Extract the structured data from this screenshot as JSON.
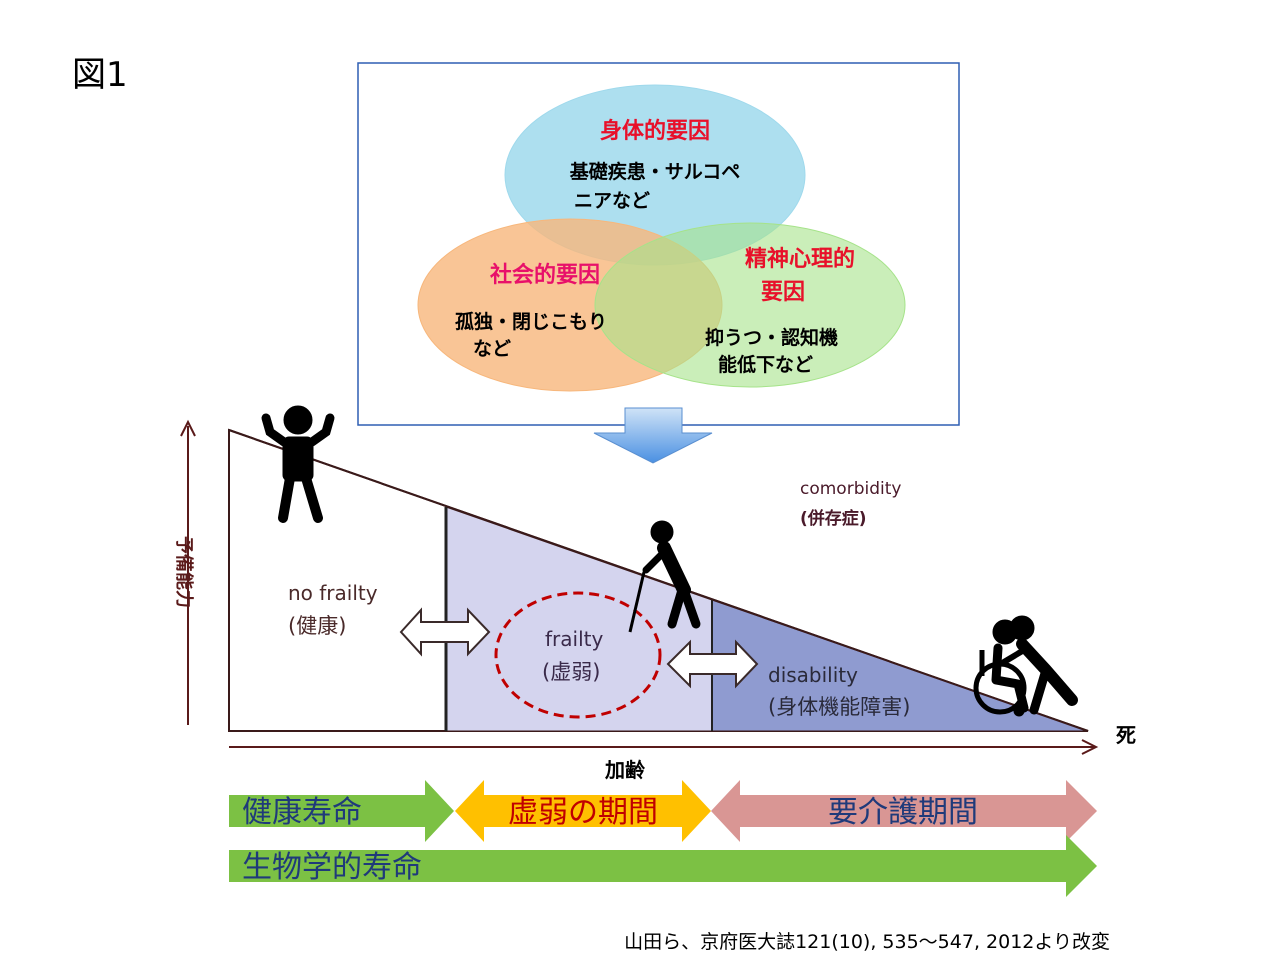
{
  "figure_label": "図1",
  "venn": {
    "physical": {
      "title": "身体的要因",
      "line1": "基礎疾患・サルコペ",
      "line2": "ニアなど"
    },
    "social": {
      "title": "社会的要因",
      "line1": "孤独・閉じこもり",
      "line2": "など"
    },
    "mental": {
      "title1": "精神心理的",
      "title2": "要因",
      "line1": "抑うつ・認知機",
      "line2": "能低下など"
    }
  },
  "axes": {
    "y_label": "予備能力",
    "x_label": "加齢",
    "end_label": "死"
  },
  "stages": {
    "no_frailty": {
      "en": "no frailty",
      "jp": "(健康)"
    },
    "frailty": {
      "en": "frailty",
      "jp": "(虚弱)"
    },
    "disability": {
      "en": "disability",
      "jp": "(身体機能障害)"
    },
    "comorbidity": {
      "en": "comorbidity",
      "jp": "(併存症)"
    }
  },
  "periods": {
    "healthy": "健康寿命",
    "frail": "虚弱の期間",
    "care": "要介護期間",
    "biological": "生物学的寿命"
  },
  "citation": "山田ら、京府医大誌121(10), 535〜547, 2012より改変",
  "colors": {
    "venn_blue": "#9fd9ec",
    "venn_orange": "#f7b77c",
    "venn_green": "#a6e38a",
    "title_red": "#e8102a",
    "frailty_fill": "#d4d4ee",
    "disability_fill": "#8f9bd0",
    "axis_brown": "#5a1a1a",
    "arrow_green": "#7cc144",
    "arrow_orange": "#ffc000",
    "arrow_pink": "#d99694",
    "period_text_blue": "#1f3a7a",
    "period_text_red": "#c00000",
    "dashed_red": "#c00000"
  },
  "icons": [
    "strong-person-icon",
    "cane-walker-icon",
    "wheelchair-assist-icon",
    "down-arrow-icon",
    "double-arrow-icon"
  ]
}
